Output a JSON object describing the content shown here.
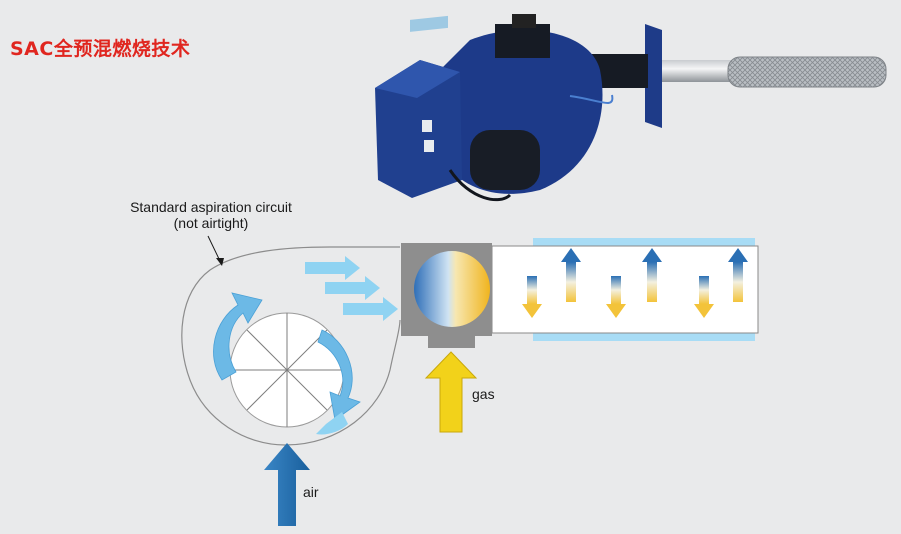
{
  "title": "SAC全预混燃烧技术",
  "diagram": {
    "circuit_label_line1": "Standard aspiration circuit",
    "circuit_label_line2": "(not airtight)",
    "gas_label": "gas",
    "air_label": "air"
  },
  "colors": {
    "title": "#e0261f",
    "air_arrow": "#1e73b4",
    "gas_arrow": "#f2d21a",
    "light_blue": "#8fd3f2",
    "burner_body": "#1c3a8a",
    "mixing_chamber": "#8e8e8e"
  }
}
